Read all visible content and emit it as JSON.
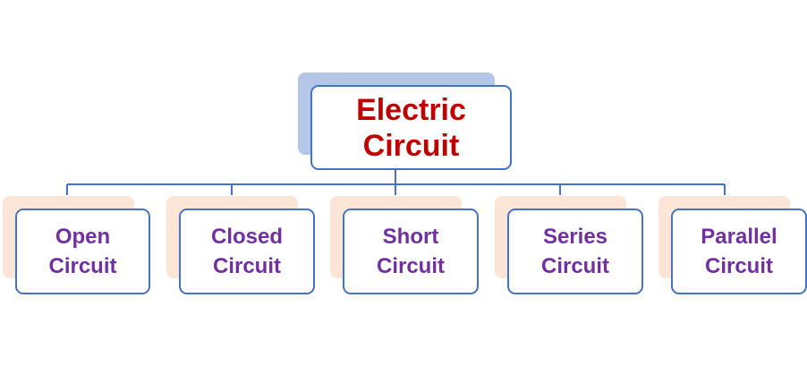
{
  "diagram": {
    "root": {
      "label": "Electric\nCircuit"
    },
    "children": [
      {
        "label": "Open\nCircuit"
      },
      {
        "label": "Closed\nCircuit"
      },
      {
        "label": "Short\nCircuit"
      },
      {
        "label": "Series\nCircuit"
      },
      {
        "label": "Parallel\nCircuit"
      }
    ]
  },
  "colors": {
    "root_text": "#c00000",
    "child_text": "#7030a0",
    "border": "#4472c4",
    "root_shadow": "#b4c7e7",
    "child_shadow": "#fbe5d6"
  }
}
